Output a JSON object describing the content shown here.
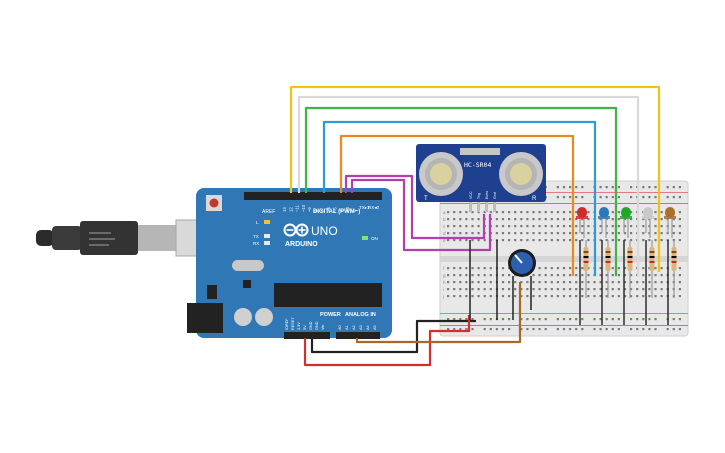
{
  "arduino": {
    "brand": "ARDUINO",
    "model": "UNO",
    "digital_label": "DIGITAL (PWM~)",
    "power_label": "POWER",
    "analog_label": "ANALOG IN",
    "aref": "AREF",
    "gnd": "GND",
    "on_label": "ON",
    "tx_label": "TX",
    "rx_label": "RX",
    "l_label": "L",
    "tx_to": "TX▸1",
    "rx_from": "RX◂0",
    "digital_pins": [
      "13",
      "12",
      "~11",
      "~10",
      "~9",
      "8",
      "7",
      "~6",
      "~5",
      "4",
      "~3",
      "2"
    ],
    "power_pins": [
      "IOREF",
      "RESET",
      "3.3V",
      "5V",
      "GND",
      "GND",
      "Vin"
    ],
    "analog_pins": [
      "A0",
      "A1",
      "A2",
      "A3",
      "A4",
      "A5"
    ]
  },
  "sensor": {
    "model": "HC-SR04",
    "pins": [
      "VCC",
      "Trig",
      "Echo",
      "Gnd"
    ],
    "t_mark": "T",
    "r_mark": "R"
  },
  "breadboard": {
    "row_letters_top": [
      "a",
      "b",
      "c",
      "d",
      "e"
    ],
    "row_letters_bottom": [
      "f",
      "g",
      "h",
      "i",
      "j"
    ]
  },
  "leds": [
    {
      "color_name": "red",
      "color": "#d22b2b"
    },
    {
      "color_name": "blue",
      "color": "#2a78b8"
    },
    {
      "color_name": "green",
      "color": "#22a52d"
    },
    {
      "color_name": "white",
      "color": "#c8c8c8"
    },
    {
      "color_name": "orange",
      "color": "#a9702a"
    }
  ],
  "wires": {
    "yellow": "#f2c40f",
    "green": "#3fb24a",
    "white": "#d9d9d9",
    "blue": "#2e9bd6",
    "orange": "#e88a1e",
    "purple": "#b23fb0",
    "black": "#222222",
    "red": "#d32f2f",
    "brown": "#a36a2b"
  }
}
